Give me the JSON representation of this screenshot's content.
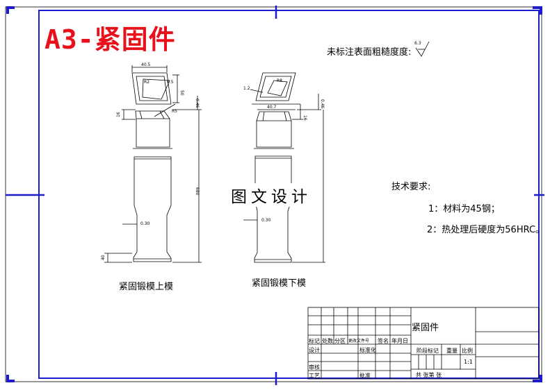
{
  "title": "A3-紧固件",
  "roughness_note": "未标注表面粗糙度度:",
  "roughness_value": "6.3",
  "tech_requirements": {
    "heading": "技术要求:",
    "item1": "1：材料为45钢；",
    "item2": "2：热处理后硬度为56HRC。"
  },
  "captions": {
    "upper_die": "紧固锻模上模",
    "lower_die": "紧固锻模下模"
  },
  "watermark": "图文设计",
  "dimensions": {
    "upper_top_width": "40.5",
    "upper_side_h": "50",
    "upper_ang": "0.5",
    "upper_r": "R2",
    "upper_h1": "16",
    "upper_s": "0.46",
    "upper_r2": "R5",
    "upper_total": "680",
    "upper_wall": "0.30",
    "upper_bottom": "40",
    "lower_top_width": "40.7",
    "lower_r1": "1.2",
    "lower_r2": "R8",
    "lower_side": "0.46",
    "lower_h1": "16",
    "lower_wall": "0.30"
  },
  "title_block": {
    "part_name": "紧固件",
    "row_labels": [
      "标记",
      "处数",
      "分区",
      "更改文件号",
      "签名",
      "年月日"
    ],
    "design": "设计",
    "standard": "标准化",
    "check": "审核",
    "process": "工艺",
    "approve": "批准",
    "stage": "阶段标记",
    "weight": "重量",
    "scale": "比例",
    "scale_value": "1:1",
    "sheets": "共  张第  张"
  },
  "colors": {
    "border_blue": "#1c1ccc",
    "title_red": "#e8101a",
    "line": "#000000"
  }
}
